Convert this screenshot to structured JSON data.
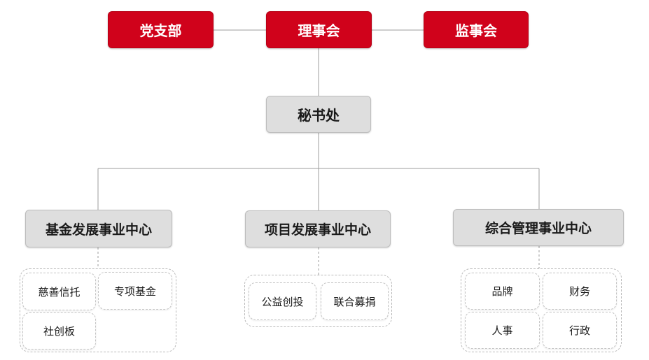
{
  "top_row": {
    "party_branch": "党支部",
    "council": "理事会",
    "supervisory_board": "监事会"
  },
  "secretariat": "秘书处",
  "centers": [
    {
      "name": "基金发展事业中心",
      "units": [
        "慈善信托",
        "专项基金",
        "社创板"
      ]
    },
    {
      "name": "项目发展事业中心",
      "units": [
        "公益创投",
        "联合募捐"
      ]
    },
    {
      "name": "综合管理事业中心",
      "units": [
        "品牌",
        "财务",
        "人事",
        "行政"
      ]
    }
  ],
  "colors": {
    "red_box": "#d0021b",
    "gray_box": "#dedede",
    "connector": "#9e9e9e"
  }
}
